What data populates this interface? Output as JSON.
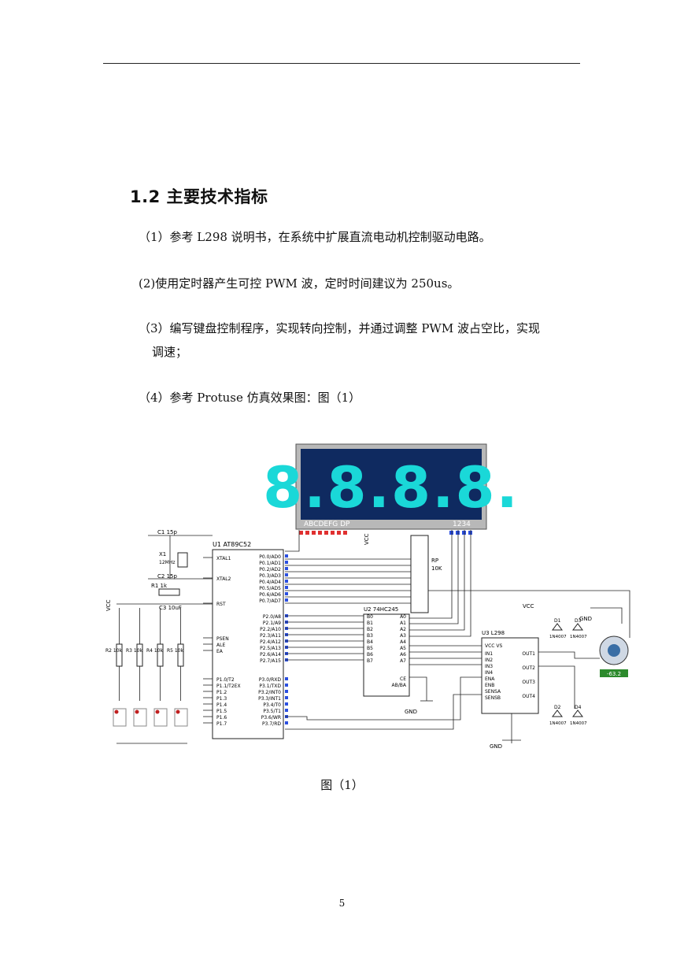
{
  "section": {
    "title": "1.2 主要技术指标"
  },
  "requirements": [
    {
      "text": "（1）参考 L298 说明书，在系统中扩展直流电动机控制驱动电路。"
    },
    {
      "text": "(2)使用定时器产生可控 PWM 波，定时时间建议为 250us。"
    },
    {
      "text": "（3）编写键盘控制程序，实现转向控制，并通过调整 PWM 波占空比，实现",
      "cont": "调速；"
    },
    {
      "text": "（4）参考 Protuse 仿真效果图：图（1）"
    }
  ],
  "figure": {
    "display": {
      "digits": "8.8.8.8.",
      "seg_label": "ABCDEFG DP",
      "com_label": "1234",
      "color": "#1ad8d8",
      "bg": "#0f2a60"
    },
    "mcu": {
      "label": "U1 AT89C52",
      "left_pins": [
        "XTAL1",
        "XTAL2",
        "RST",
        "PSEN",
        "ALE",
        "EA",
        "P1.0/T2",
        "P1.1/T2EX",
        "P1.2",
        "P1.3",
        "P1.4",
        "P1.5",
        "P1.6",
        "P1.7"
      ],
      "right_pins": [
        "P0.0/AD0",
        "P0.1/AD1",
        "P0.2/AD2",
        "P0.3/AD3",
        "P0.4/AD4",
        "P0.5/AD5",
        "P0.6/AD6",
        "P0.7/AD7",
        "P2.0/A8",
        "P2.1/A9",
        "P2.2/A10",
        "P2.3/A11",
        "P2.4/A12",
        "P2.5/A13",
        "P2.6/A14",
        "P2.7/A15",
        "P3.0/RXD",
        "P3.1/TXD",
        "P3.2/INT0",
        "P3.3/INT1",
        "P3.4/T0",
        "P3.5/T1",
        "P3.6/WR",
        "P3.7/RD"
      ]
    },
    "crystal": {
      "name": "X1",
      "freq": "12MHz"
    },
    "caps": [
      "C1 15p",
      "C2 15p",
      "C3 10uF"
    ],
    "r1": "R1 1k",
    "resistors": [
      "R2 10k",
      "R3 10k",
      "R4 10k",
      "R5 10k"
    ],
    "buffer": {
      "label": "U2 74HC245",
      "a_pins": [
        "A0",
        "A1",
        "A2",
        "A3",
        "A4",
        "A5",
        "A6",
        "A7"
      ],
      "b_pins": [
        "B0",
        "B1",
        "B2",
        "B3",
        "B4",
        "B5",
        "B6",
        "B7"
      ],
      "ctrl": [
        "CE",
        "AB/BA"
      ]
    },
    "rp": {
      "name": "RP",
      "value": "10K"
    },
    "driver": {
      "label": "U3 L298",
      "inputs": [
        "IN1",
        "IN2",
        "IN3",
        "IN4",
        "ENA",
        "ENB",
        "SENSA",
        "SENSB"
      ],
      "outputs": [
        "OUT1",
        "OUT2",
        "OUT3",
        "OUT4"
      ],
      "top": "VCC VS"
    },
    "diodes": [
      "D1",
      "D2",
      "D3",
      "D4"
    ],
    "diode_type": "1N4007",
    "motor_value": "-63.2",
    "vcc_label": "VCC",
    "gnd_label": "GND"
  },
  "caption": "图（1）",
  "page_number": "5"
}
